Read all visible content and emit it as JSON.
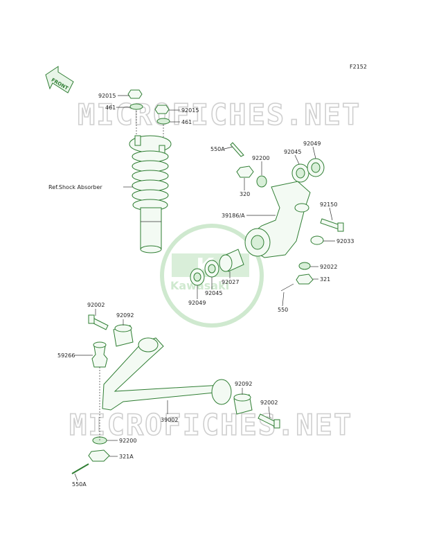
{
  "figure_code": "F2152",
  "front_label": "FRONT",
  "watermark": {
    "text": "MICROFICHES.NET",
    "logo_text": "Kawasaki",
    "logo_letter": "K"
  },
  "colors": {
    "part_stroke": "#2e7d32",
    "part_fill": "#f3faf3",
    "watermark": "#cfcfcf",
    "logo": "#cfe9cf"
  },
  "labels": {
    "p92015a": "92015",
    "p461a": "461",
    "p92015b": "92015",
    "p461b": "461",
    "ref_shock": "Ref.Shock Absorber",
    "p550a_top": "550A",
    "p92200_top": "92200",
    "p92045_top": "92045",
    "p92049_top": "92049",
    "p320": "320",
    "p92150": "92150",
    "p39186": "39186/A",
    "p92033": "92033",
    "p92022": "92022",
    "p321": "321",
    "p550": "550",
    "p92027": "92027",
    "p92045_bot": "92045",
    "p92049_bot": "92049",
    "p92002_top": "92002",
    "p92092_top": "92092",
    "p59266": "59266",
    "p92092_bot": "92092",
    "p92002_bot": "92002",
    "p39002": "39002",
    "p92200_bot": "92200",
    "p321A": "321A",
    "p550A_bot": "550A"
  }
}
